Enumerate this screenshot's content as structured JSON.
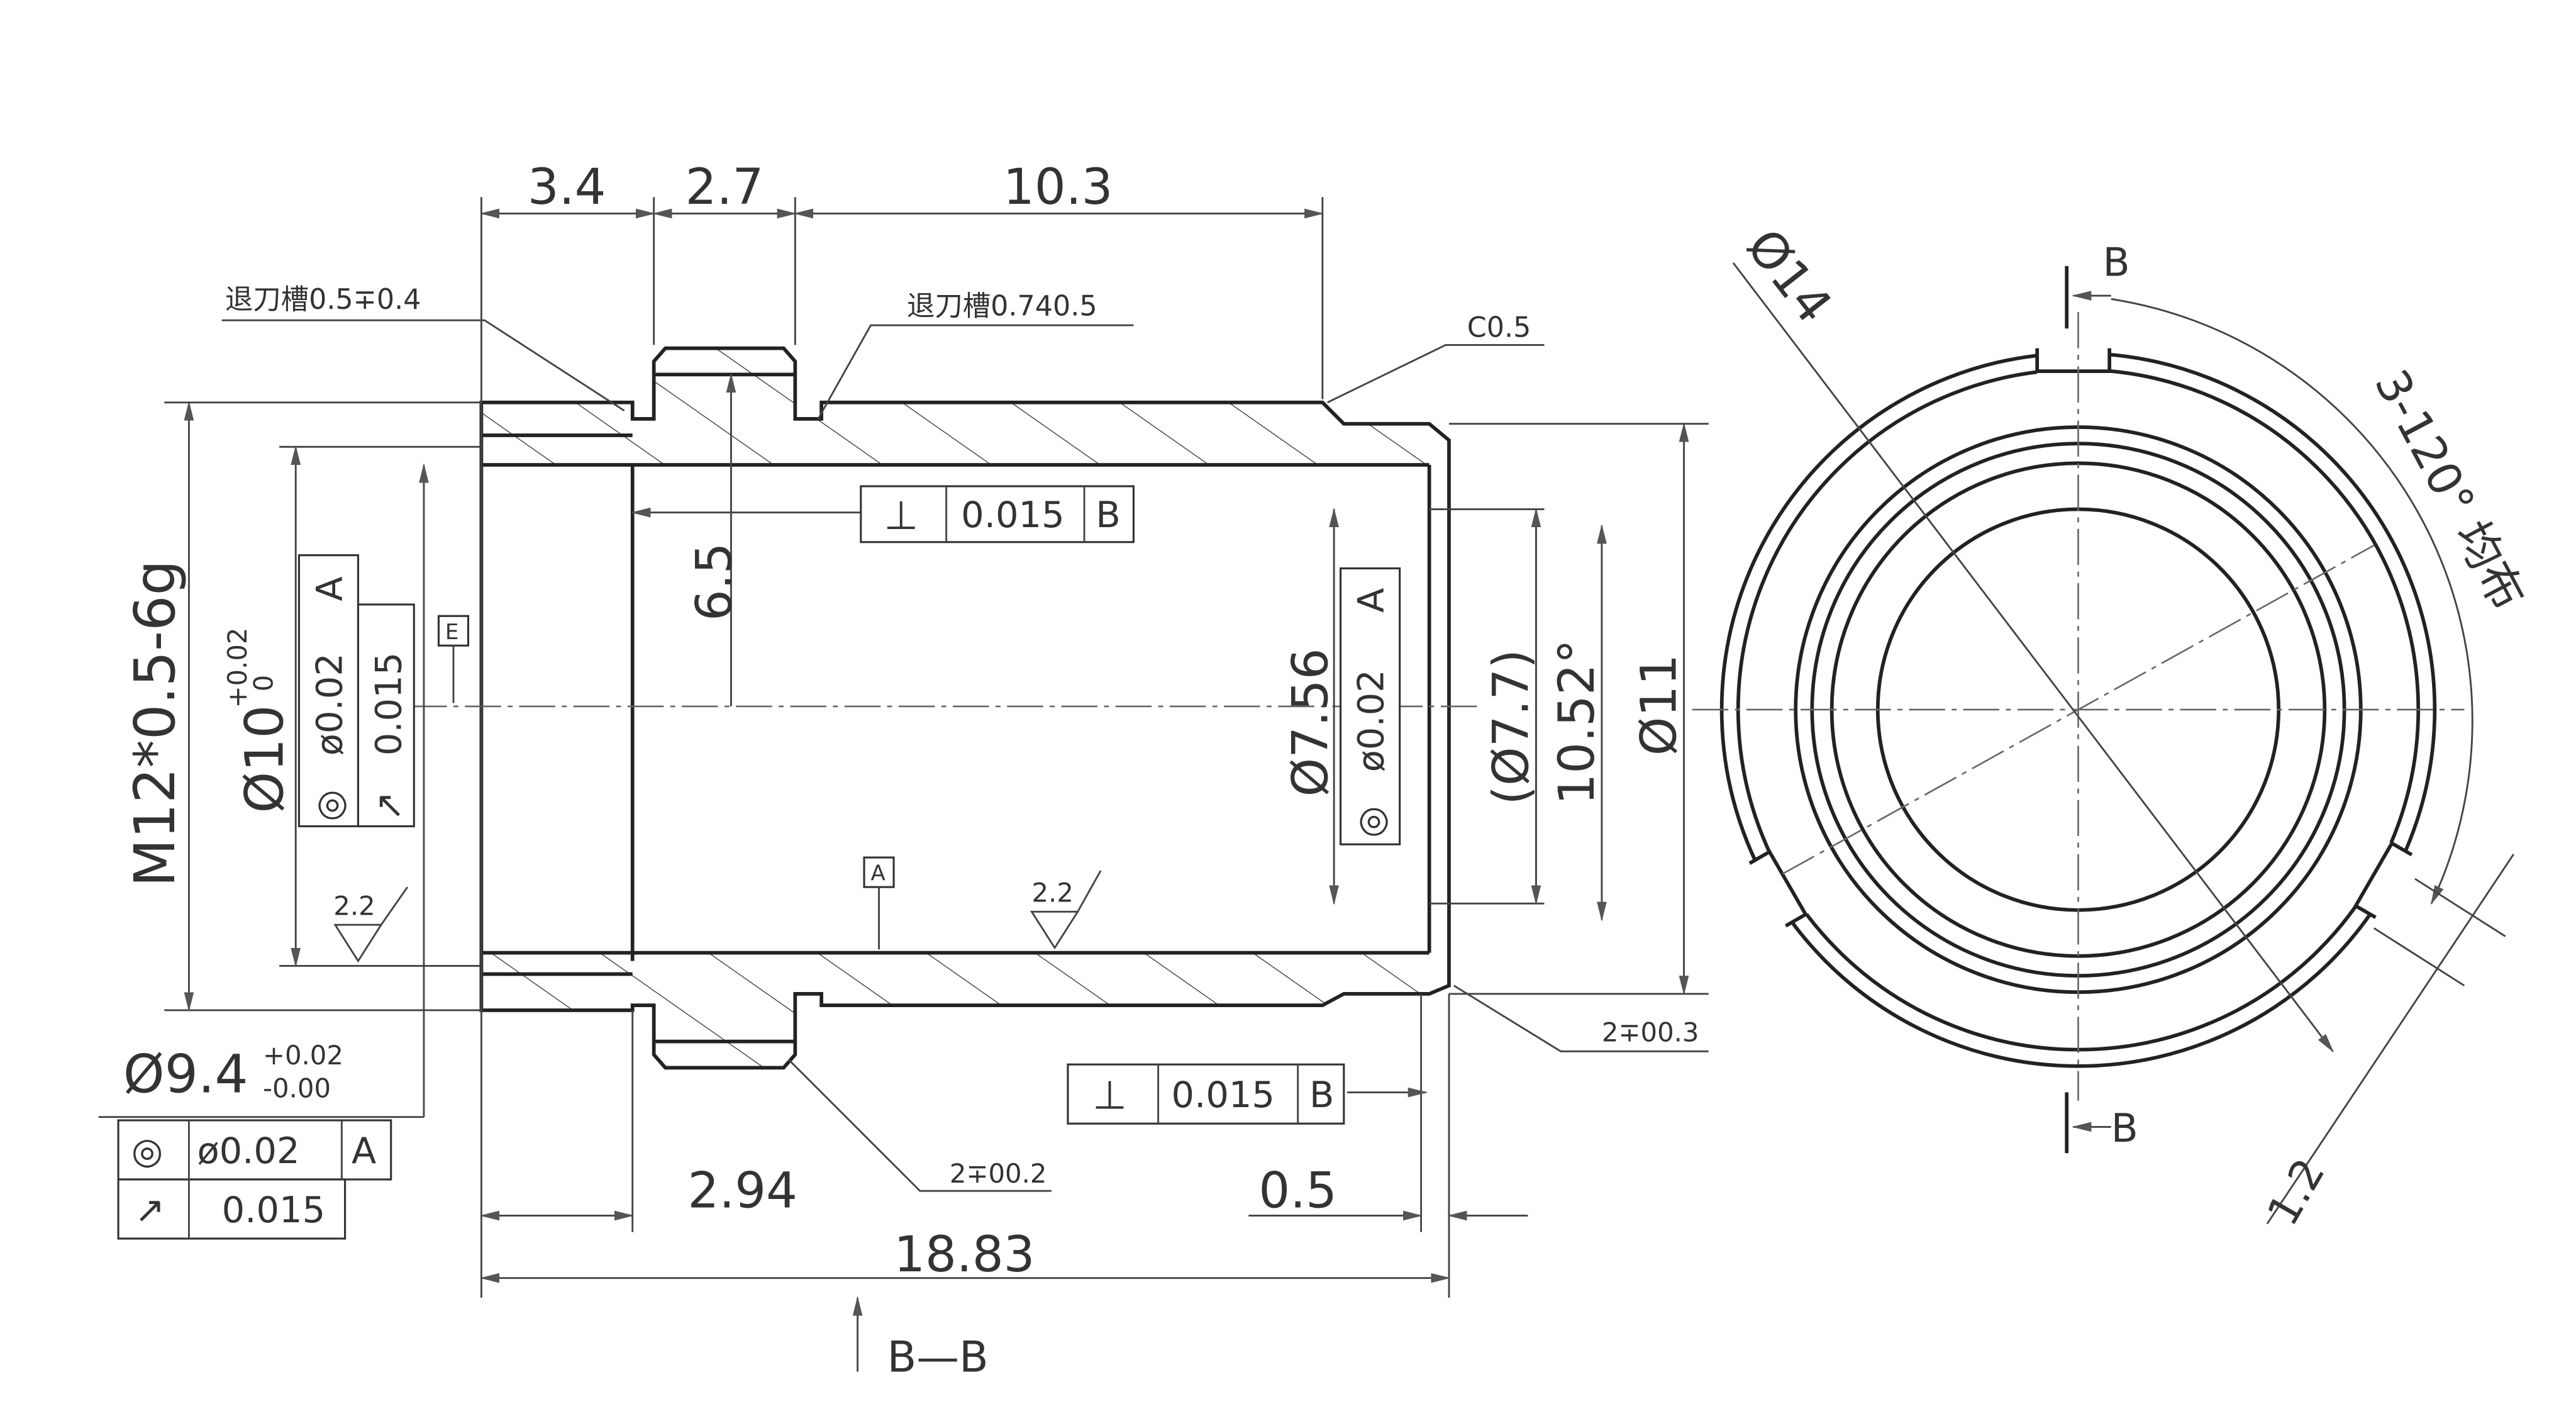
{
  "drawing": {
    "dims_top": [
      "3.4",
      "2.7",
      "10.3"
    ],
    "dims_bottom": [
      "2.94",
      "0.5",
      "18.83"
    ],
    "undercut_left": "退刀槽0.5∓0.4",
    "undercut_right": "退刀槽0.740.5",
    "chamfer": "C0.5",
    "callout_right": "2∓00.3",
    "callout_bottom": "2∓00.2",
    "thread": "M12*0.5-6g",
    "dia10": "Ø10",
    "dia10_tol_upper": "+0.02",
    "dia10_tol_lower": "0",
    "dia94": "Ø9.4",
    "dia94_tol_upper": "+0.02",
    "dia94_tol_lower": "-0.00",
    "height_65": "6.5",
    "dia756": "Ø7.56",
    "dia77": "(Ø7.7)",
    "angle": "10.52°",
    "dia11": "Ø11",
    "roughness_left": "2.2",
    "roughness_mid": "2.2",
    "datum_e": "E",
    "datum_a": "A",
    "section_label": "B—B",
    "fcf": {
      "perp_top": {
        "symbol": "⊥",
        "value": "0.015",
        "datum": "B"
      },
      "perp_bottom": {
        "symbol": "⊥",
        "value": "0.015",
        "datum": "B"
      },
      "conc_left": {
        "symbol": "◎",
        "value": "ø0.02",
        "datum": "A"
      },
      "runout_left": {
        "symbol": "↗",
        "value": "0.015"
      },
      "conc_mid": {
        "symbol": "◎",
        "value": "ø0.02",
        "datum": "A"
      },
      "conc_bottom": {
        "symbol": "◎",
        "value": "ø0.02",
        "datum": "A"
      },
      "runout_bottom": {
        "symbol": "↗",
        "value": "0.015"
      }
    },
    "side_view": {
      "dia14": "Ø14",
      "slots": "3-120° 均布",
      "slot_width": "1.2",
      "section_top": "B",
      "section_bottom": "B"
    }
  }
}
